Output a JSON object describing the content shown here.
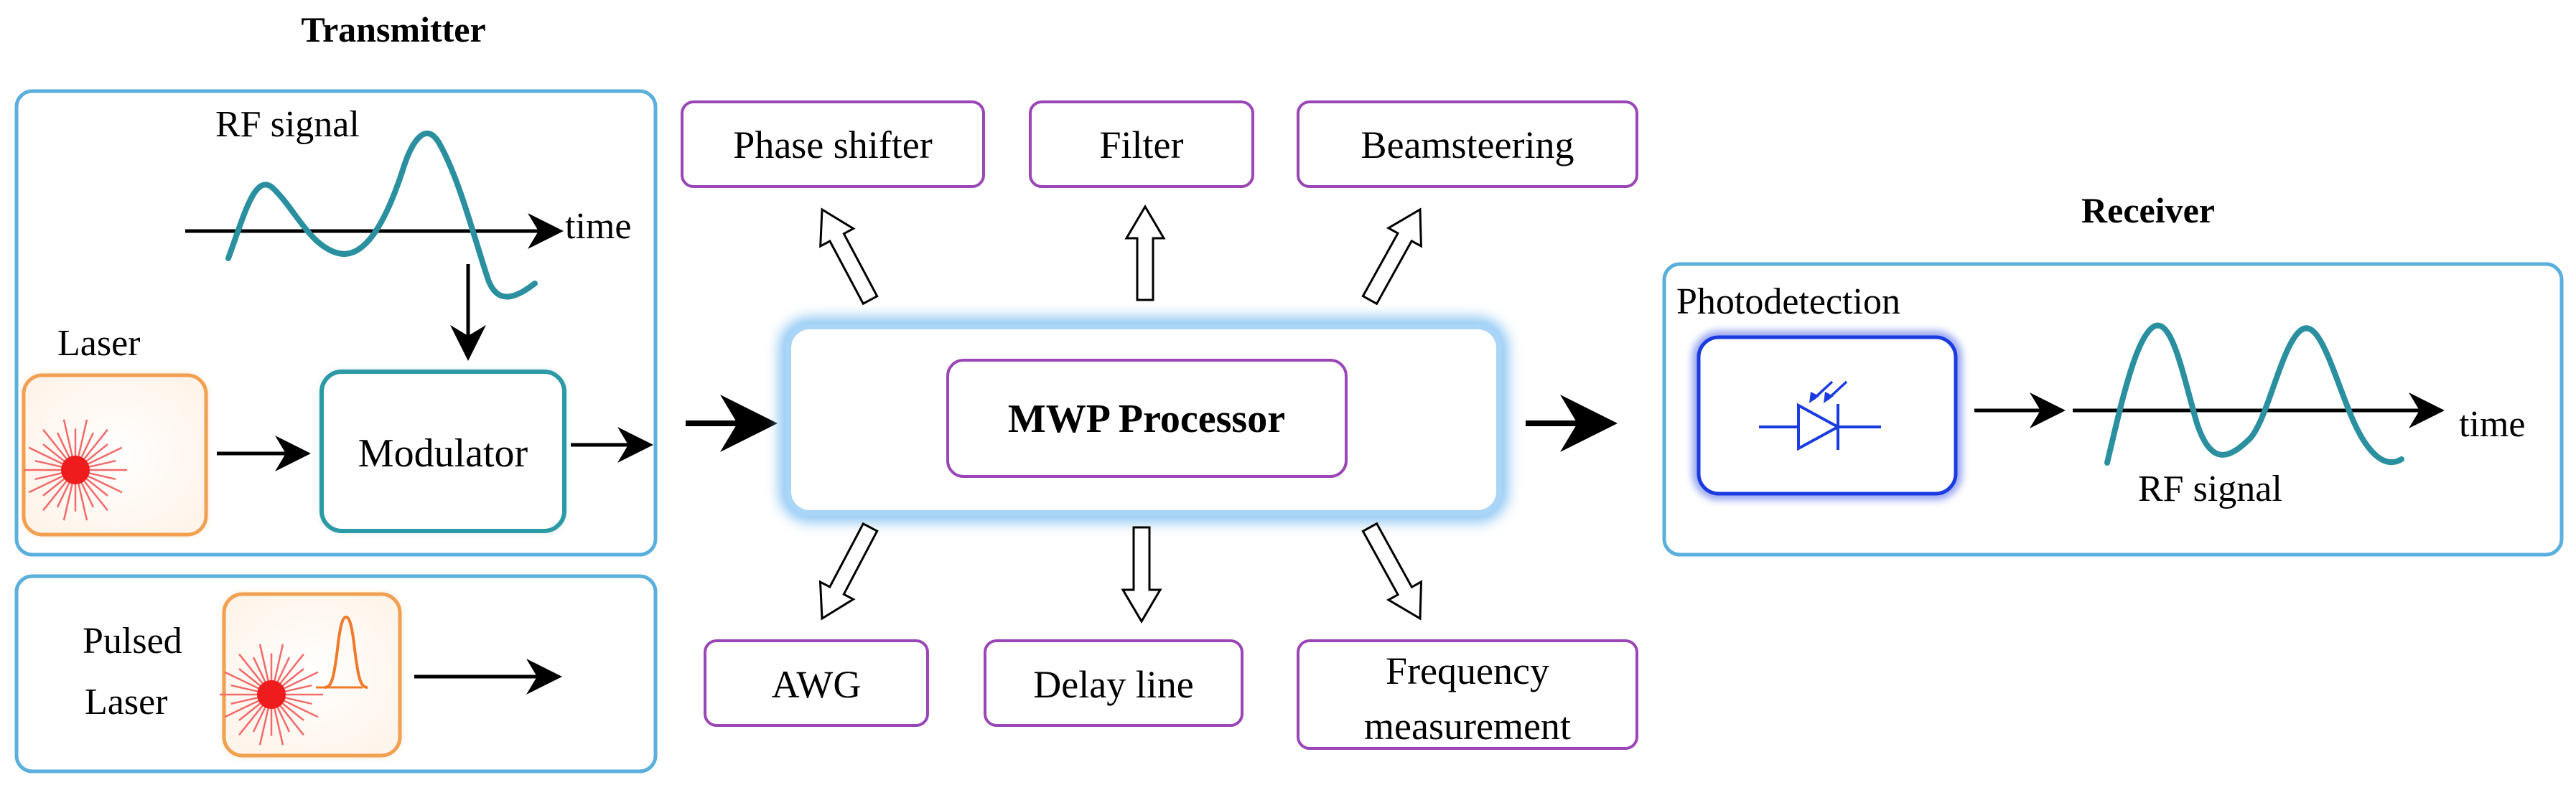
{
  "transmitter": {
    "title": "Transmitter",
    "rf_label": "RF signal",
    "time_label": "time",
    "laser_label": "Laser",
    "modulator_label": "Modulator",
    "pulsed_label_1": "Pulsed",
    "pulsed_label_2": "Laser"
  },
  "processor": {
    "label": "MWP Processor",
    "functions_top": [
      "Phase shifter",
      "Filter",
      "Beamsteering"
    ],
    "functions_bottom": [
      "AWG",
      "Delay line"
    ],
    "frequency_line_1": "Frequency",
    "frequency_line_2": "measurement"
  },
  "receiver": {
    "title": "Receiver",
    "photodetection_label": "Photodetection",
    "rf_label": "RF signal",
    "time_label": "time"
  },
  "colors": {
    "panel_border": "#5aafdc",
    "function_border": "#9a46b6",
    "laser_border": "#f0a050",
    "laser_fill": "#fde8d6",
    "modulator_border": "#2c9aa6",
    "wave": "#2a8f9e",
    "laser_ray": "#f26a6a",
    "laser_dot": "#ee1c1c",
    "photodiode": "#1a3be0",
    "processor_glow": "#8cc6f4"
  },
  "icons": [
    "laser-icon",
    "pulsed-laser-icon",
    "photodiode-icon",
    "arrow-icon",
    "hollow-arrow-icon"
  ]
}
